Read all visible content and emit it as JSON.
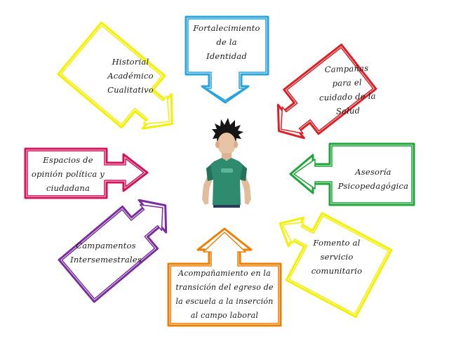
{
  "diagram": {
    "center": {
      "figure": "student-figure",
      "shirt_color": "#2e8b6e"
    },
    "callouts": [
      {
        "id": "identidad",
        "color": "#29a3dc",
        "lines": [
          "Fortalecimiento",
          "de la",
          "Identidad"
        ]
      },
      {
        "id": "salud",
        "color": "#e01e26",
        "lines": [
          "Campañas",
          "para el",
          "cuidado de la",
          "Salud"
        ]
      },
      {
        "id": "asesoria",
        "color": "#1fa43a",
        "lines": [
          "Asesoría",
          "Psicopedagógica"
        ]
      },
      {
        "id": "servicio",
        "color": "#f5f000",
        "lines": [
          "Fomento al",
          "servicio",
          "comunitario"
        ]
      },
      {
        "id": "laboral",
        "color": "#ef7d00",
        "lines": [
          "Acompañamiento en la",
          "transición del egreso de",
          "la escuela a la inserción",
          "al campo laboral"
        ]
      },
      {
        "id": "campamentos",
        "color": "#7a2da0",
        "lines": [
          "Campamentos",
          "Intersemestrales"
        ]
      },
      {
        "id": "opinion",
        "color": "#d6135a",
        "lines": [
          "Espacios de",
          "opinión política y",
          "ciudadana"
        ]
      },
      {
        "id": "historial",
        "color": "#f5f000",
        "lines": [
          "Historial",
          "Académico",
          "Cualitativo"
        ]
      }
    ]
  }
}
